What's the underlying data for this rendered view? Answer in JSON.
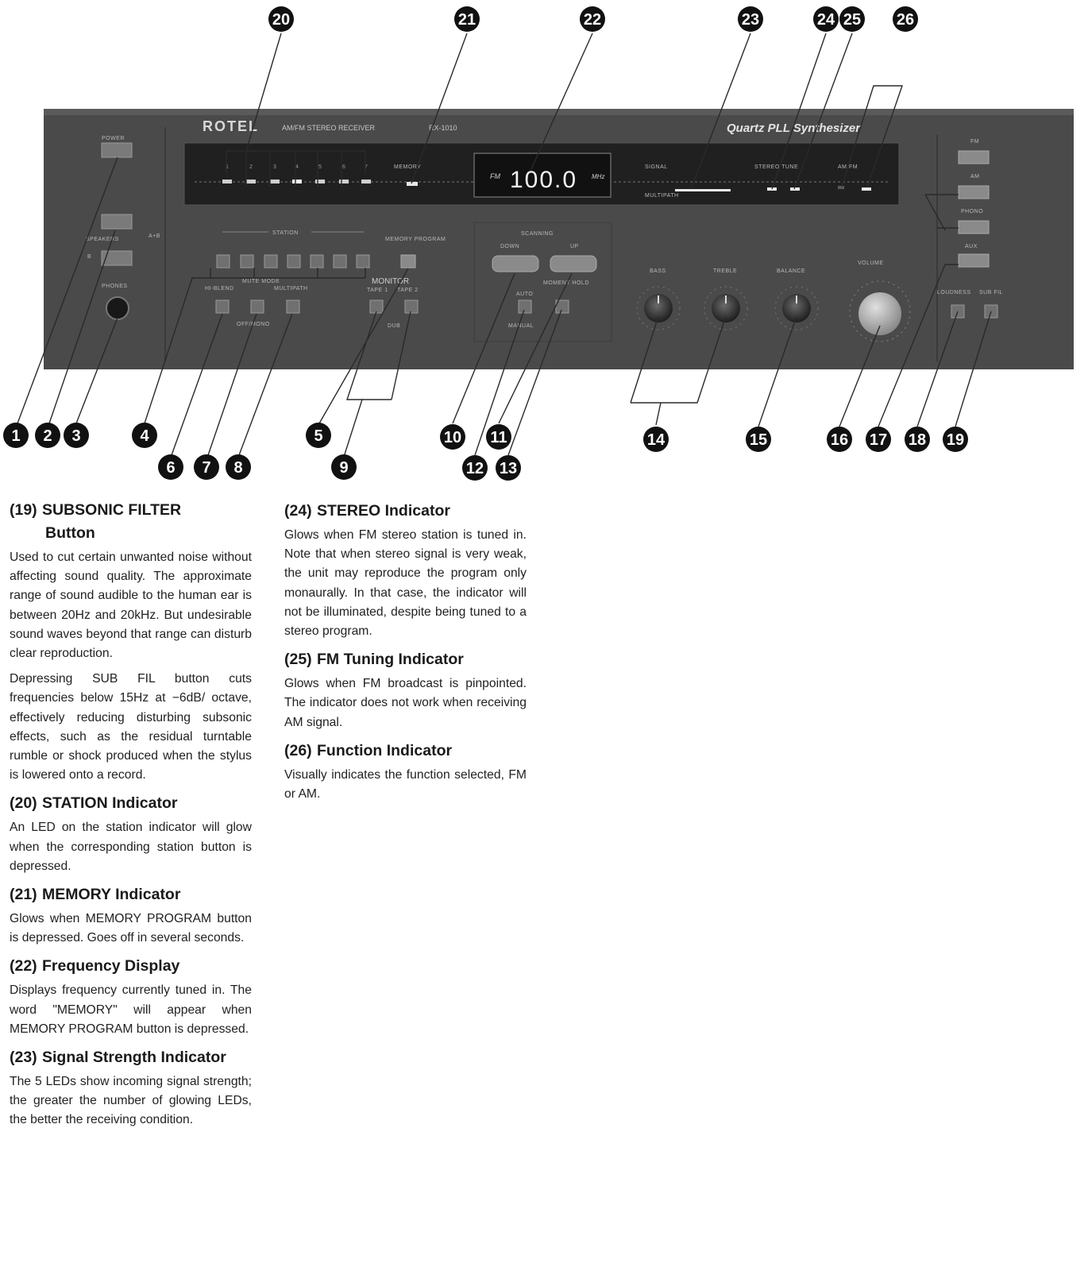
{
  "figure": {
    "front_panel": {
      "brand": "ROTEL",
      "model_text": "AM/FM STEREO RECEIVER",
      "model_number": "RX-1010",
      "synth_label": "Quartz PLL Synthesizer",
      "display_band": "FM",
      "display_freq": "100.0",
      "display_unit": "MHz",
      "labels": {
        "power": "POWER",
        "speakers": "SPEAKERS",
        "speakers_ab": "A+B",
        "speaker_b": "B",
        "phones": "PHONES",
        "station": "STATION",
        "memory_program": "MEMORY PROGRAM",
        "memory": "MEMORY",
        "hi_blend": "HI-BLEND",
        "mute_mode": "MUTE MODE",
        "multipath": "MULTIPATH",
        "off_mono": "OFF/MONO",
        "monitor": "MONITOR",
        "tape1": "TAPE 1",
        "tape2": "TAPE 2",
        "dub": "DUB",
        "scanning": "SCANNING",
        "down": "DOWN",
        "up": "UP",
        "auto": "AUTO",
        "manual": "MANUAL",
        "moment_hold": "MOMENT HOLD",
        "bass": "BASS",
        "treble": "TREBLE",
        "balance": "BALANCE",
        "volume": "VOLUME",
        "signal": "SIGNAL",
        "stereo_tune": "STEREO TUNE",
        "am_fm": "AM  FM",
        "multipath_meter": "MULTIPATH",
        "fm": "FM",
        "am": "AM",
        "phono": "PHONO",
        "aux": "AUX",
        "loudness": "LOUDNESS",
        "sub_fil": "SUB FIL"
      },
      "station_numbers": [
        "1",
        "2",
        "3",
        "4",
        "5",
        "6",
        "7"
      ]
    },
    "callouts": [
      "1",
      "2",
      "3",
      "4",
      "5",
      "6",
      "7",
      "8",
      "9",
      "10",
      "11",
      "12",
      "13",
      "14",
      "15",
      "16",
      "17",
      "18",
      "19",
      "20",
      "21",
      "22",
      "23",
      "24",
      "25",
      "26"
    ]
  },
  "entries": {
    "e19": {
      "num": "(19)",
      "title": "SUBSONIC FILTER",
      "title_line2": "Button",
      "p1": "Used to cut certain unwanted noise without affecting sound quality. The approximate range of sound audible to the human ear is between 20Hz and 20kHz. But undesirable sound waves beyond that range can disturb clear reproduction.",
      "p2": "Depressing SUB FIL button cuts frequencies below 15Hz at −6dB/ octave, effectively reducing disturbing subsonic effects, such as the residual turntable rumble or shock produced when the stylus is lowered onto a record."
    },
    "e20": {
      "num": "(20)",
      "title": "STATION Indicator",
      "body": "An LED on the station indicator will glow when the corresponding station button is depressed."
    },
    "e21": {
      "num": "(21)",
      "title": "MEMORY Indicator",
      "body": "Glows when MEMORY PROGRAM button is depressed. Goes off in several seconds."
    },
    "e22": {
      "num": "(22)",
      "title": "Frequency Display",
      "body": "Displays frequency currently tuned in. The word \"MEMORY\" will appear when MEMORY PROGRAM button is depressed."
    },
    "e23": {
      "num": "(23)",
      "title": "Signal Strength Indicator",
      "body": "The 5 LEDs show incoming signal strength; the greater the number of glowing LEDs, the better the receiving condition."
    },
    "e24": {
      "num": "(24)",
      "title": "STEREO Indicator",
      "body": "Glows when FM stereo station is tuned in. Note that when stereo signal is very weak, the unit may reproduce the program only monaurally. In that case, the indicator will not be illuminated, despite being tuned to a stereo program."
    },
    "e25": {
      "num": "(25)",
      "title": "FM Tuning Indicator",
      "body": "Glows when FM broadcast is pinpointed. The indicator does not work when receiving AM signal."
    },
    "e26": {
      "num": "(26)",
      "title": "Function Indicator",
      "body": "Visually indicates the function selected, FM or AM."
    }
  }
}
